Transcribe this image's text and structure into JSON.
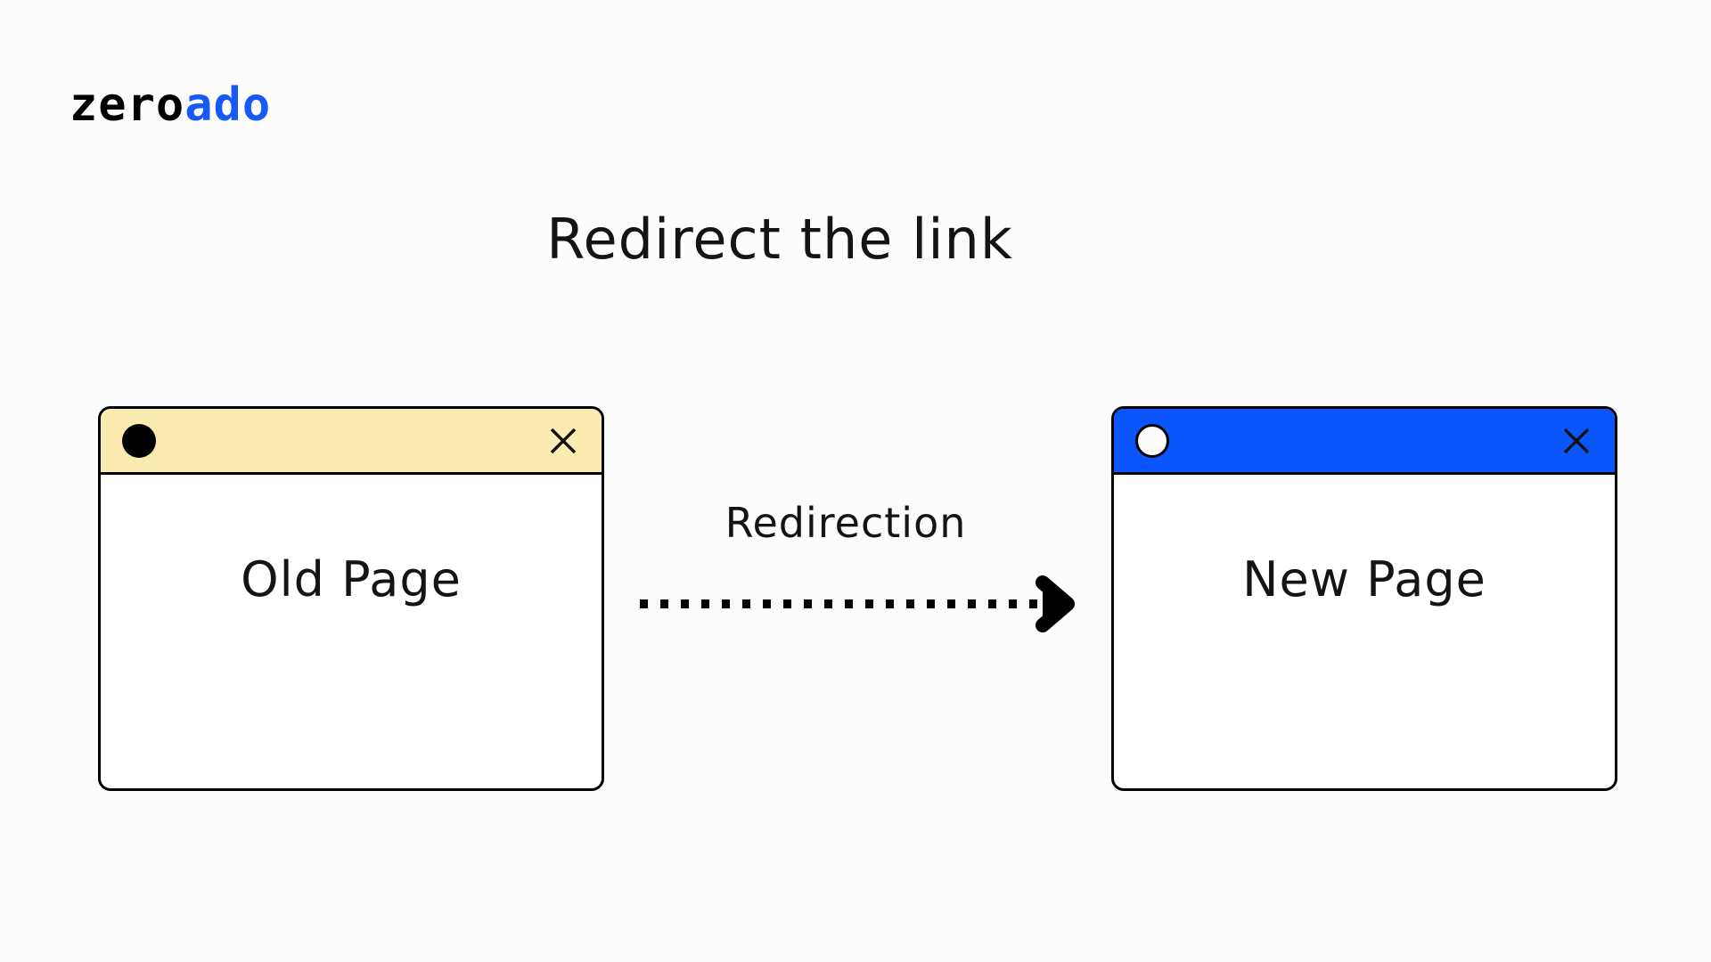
{
  "page": {
    "background_color": "#FCFCFC",
    "title": "Redirect the link"
  },
  "logo": {
    "part_one": "zero",
    "part_two": "ado",
    "part_one_color": "#000000",
    "part_two_color": "#1659F5"
  },
  "diagram": {
    "old_window": {
      "titlebar_color": "#FCEBB0",
      "status_dot": "filled-circle-icon",
      "close_icon": "close-x-icon",
      "label": "Old Page"
    },
    "new_window": {
      "titlebar_color": "#0A56FB",
      "status_dot": "hollow-circle-icon",
      "close_icon": "close-x-icon",
      "label": "New Page"
    },
    "connector": {
      "label": "Redirection",
      "style": "dotted-arrow-right",
      "color": "#000000"
    }
  }
}
